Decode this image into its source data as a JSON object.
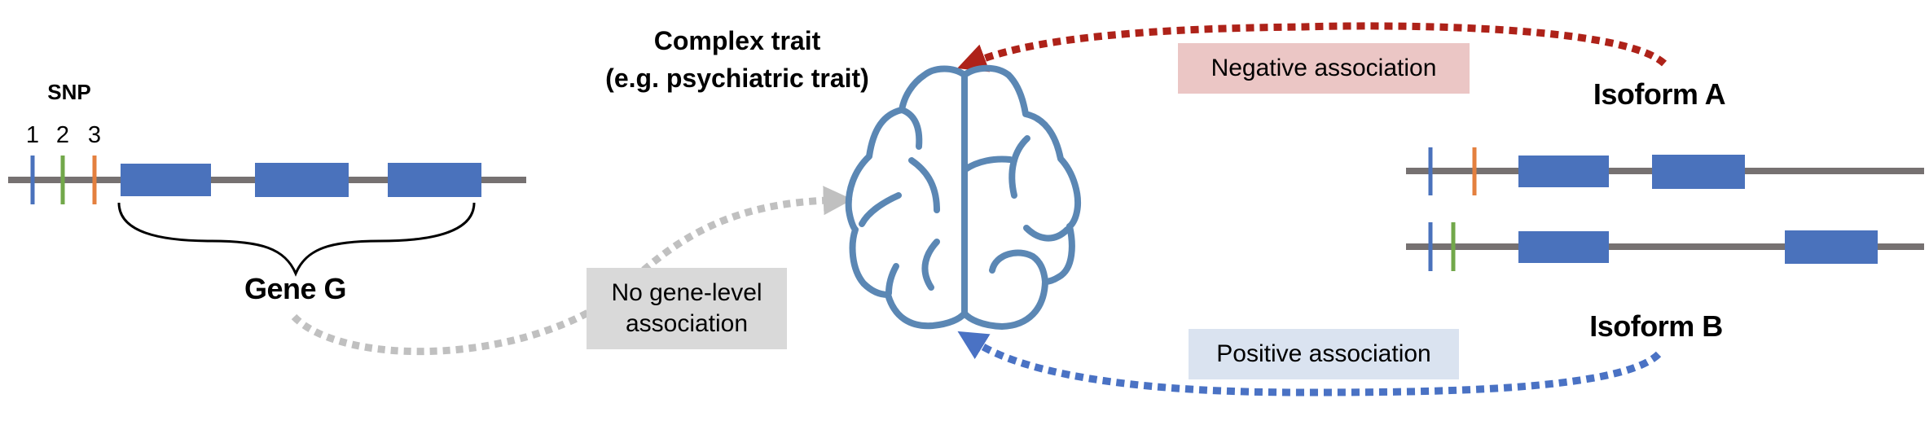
{
  "colors": {
    "track": "#767171",
    "exon": "#4a72bc",
    "snp1": "#4a72bc",
    "snp2": "#72a84a",
    "snp3": "#e4803f",
    "brain": "#5b87b4",
    "negative_arrow": "#ae2219",
    "positive_arrow": "#4a72c4",
    "neutral_arrow": "#c0c0c0",
    "negative_box": "#ebc6c5",
    "positive_box": "#dae3f0",
    "neutral_box": "#d9d9d9"
  },
  "gene": {
    "snp_title": "SNP",
    "snp_numbers": [
      "1",
      "2",
      "3"
    ],
    "label": "Gene G",
    "exon_count": 3
  },
  "trait": {
    "title_line1": "Complex trait",
    "title_line2": "(e.g. psychiatric trait)",
    "icon": "brain-icon"
  },
  "isoforms": [
    {
      "label": "Isoform A",
      "snps": [
        "1",
        "3"
      ],
      "exons": [
        1,
        2
      ]
    },
    {
      "label": "Isoform B",
      "snps": [
        "1",
        "2"
      ],
      "exons": [
        1,
        3
      ]
    }
  ],
  "associations": {
    "negative": "Negative association",
    "positive": "Positive association",
    "none_line1": "No gene-level",
    "none_line2": "association"
  }
}
